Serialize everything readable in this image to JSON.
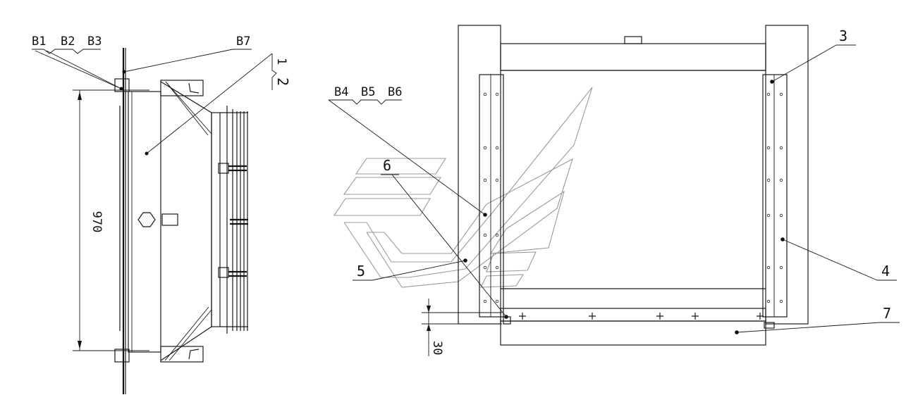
{
  "labels": {
    "b1": "B1",
    "b2": "B2",
    "b3": "B3",
    "b7": "B7",
    "b4": "B4",
    "b5": "B5",
    "b6": "B6",
    "p1": "1",
    "p2": "2",
    "p3": "3",
    "p4": "4",
    "p5": "5",
    "p6": "6",
    "p7": "7"
  },
  "dimensions": {
    "height": "970",
    "offset": "30"
  },
  "colors": {
    "line": "#1a1a1a",
    "watermark": "#9a9a9a",
    "background": "#ffffff"
  }
}
